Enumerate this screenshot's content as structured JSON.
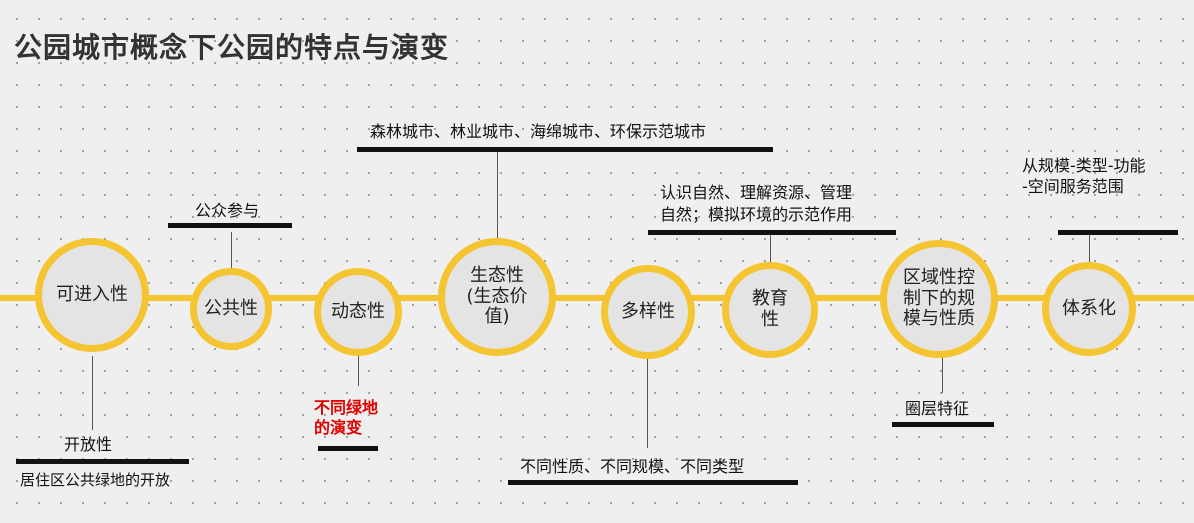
{
  "title": "公园城市概念下公园的特点与演变",
  "colors": {
    "timeline": "#f4c431",
    "highlight": "#e00000",
    "bar": "#111111"
  },
  "nodes": {
    "n1": "可进入性",
    "n2": "公共性",
    "n3": "动态性",
    "n4": "生态性\n(生态价\n值)",
    "n5": "多样性",
    "n6": "教育\n性",
    "n7": "区域性控\n制下的规\n模与性质",
    "n8": "体系化"
  },
  "labels": {
    "n1_a": "开放性",
    "n1_b": "居住区公共绿地的开放",
    "n2": "公众参与",
    "n3": "不同绿地\n的演变",
    "n4": "森林城市、林业城市、海绵城市、环保示范城市",
    "n5": "不同性质、不同规模、不同类型",
    "n6": "认识自然、理解资源、管理\n自然；模拟环境的示范作用",
    "n7": "圈层特征",
    "n8": "从规模-类型-功能\n-空间服务范围"
  }
}
